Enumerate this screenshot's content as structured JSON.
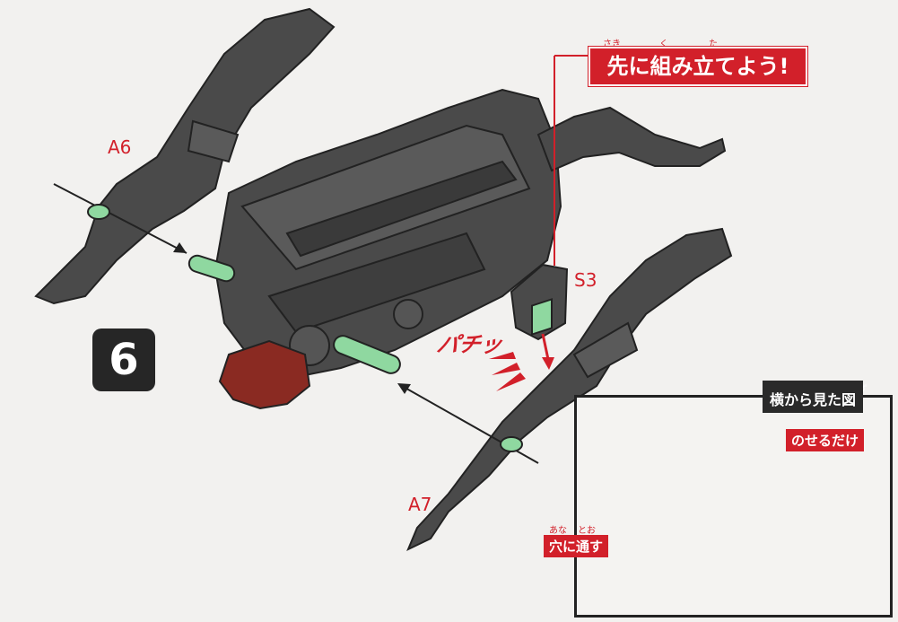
{
  "step_number": "6",
  "part_labels": {
    "a6": "A6",
    "s3": "S3",
    "a7": "A7"
  },
  "callout_top": {
    "text": "先に組み立てよう!",
    "ruby": [
      "さき",
      "く",
      "た"
    ]
  },
  "sound_effect": "パチッ",
  "inset": {
    "title": "横から見た図",
    "title_ruby": [
      "よこ",
      "み",
      "ず"
    ],
    "label_place_only": "のせるだけ",
    "label_through_hole": "穴に通す",
    "label_through_hole_ruby": [
      "あな",
      "とお"
    ]
  },
  "colors": {
    "part_gray": "#4a4a4a",
    "pin_green": "#8fd8a0",
    "accent_red": "#d2202a",
    "head_maroon": "#8a2a22"
  }
}
